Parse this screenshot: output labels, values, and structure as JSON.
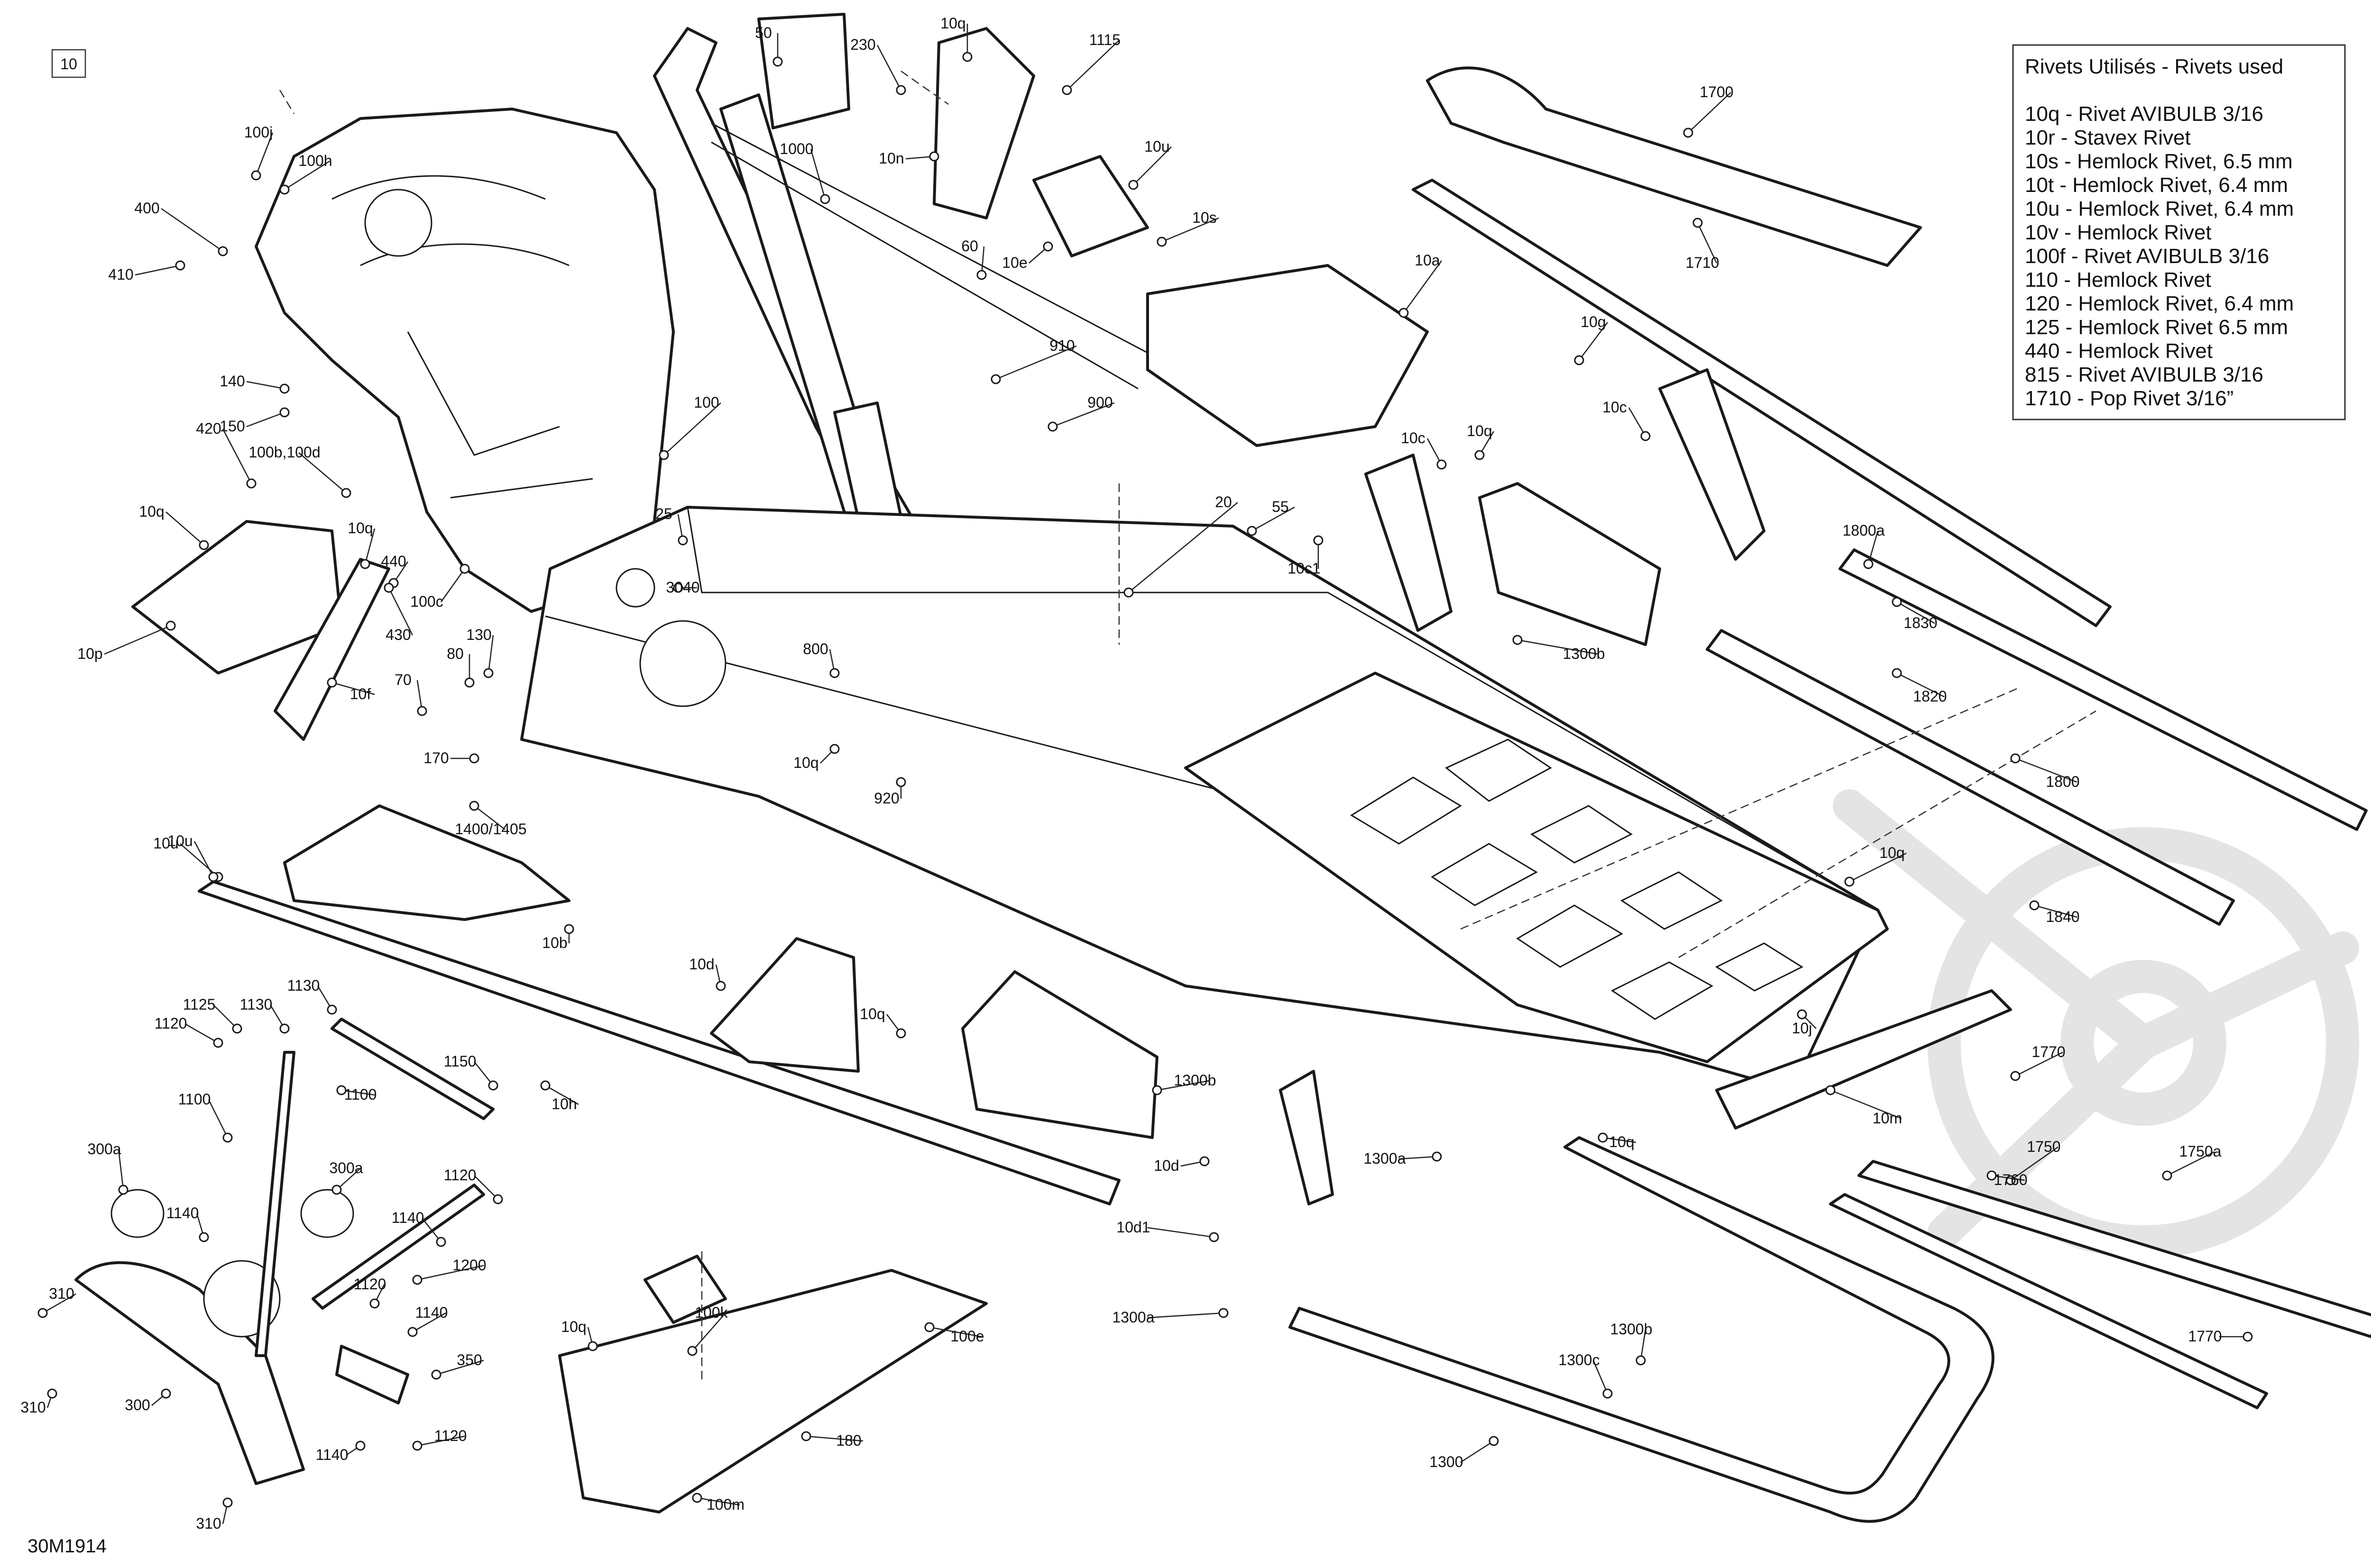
{
  "diagram": {
    "page_number": "10",
    "drawing_code": "30M1914",
    "watermark": "",
    "legend": {
      "title": "Rivets Utilisés - Rivets used",
      "items": [
        "10q - Rivet AVIBULB 3/16",
        "10r - Stavex Rivet",
        "10s - Hemlock Rivet, 6.5 mm",
        "10t - Hemlock Rivet, 6.4 mm",
        "10u - Hemlock Rivet, 6.4 mm",
        "10v - Hemlock Rivet",
        "100f - Rivet AVIBULB 3/16",
        "110 - Hemlock Rivet",
        "120 - Hemlock Rivet, 6.4 mm",
        "125 - Hemlock Rivet 6.5 mm",
        "440 - Hemlock Rivet",
        "815 - Rivet AVIBULB 3/16",
        "1710 - Pop Rivet 3/16”"
      ]
    },
    "labels": [
      "50",
      "10q",
      "1115",
      "230",
      "10n",
      "10u",
      "10s",
      "10e",
      "60",
      "1000",
      "100j",
      "100h",
      "400",
      "410",
      "140",
      "150",
      "420",
      "100b,100d",
      "10q",
      "10q",
      "440",
      "10p",
      "430",
      "10f",
      "100c",
      "100",
      "25",
      "3040",
      "130",
      "70",
      "80",
      "170",
      "1400/1405",
      "10u",
      "910",
      "900",
      "800",
      "10q",
      "920",
      "20",
      "55",
      "10c1",
      "10a",
      "1700",
      "1710",
      "10g",
      "10c",
      "10c",
      "10q",
      "1300b",
      "1800a",
      "1830",
      "1820",
      "1800",
      "1840",
      "10q",
      "10j",
      "10u",
      "10b",
      "10d",
      "10q",
      "1300b",
      "10d",
      "10d1",
      "1300a",
      "10q",
      "10m",
      "1770",
      "1750",
      "1750a",
      "1760",
      "1770",
      "1125",
      "1130",
      "1130",
      "1120",
      "1100",
      "1100",
      "1150",
      "10h",
      "300a",
      "300a",
      "1140",
      "1120",
      "1140",
      "1200",
      "310",
      "300",
      "310",
      "1120",
      "1140",
      "350",
      "1140",
      "1120",
      "310",
      "100k",
      "10q",
      "100e",
      "180",
      "100m",
      "1300a",
      "1300b",
      "1300c",
      "1300"
    ]
  }
}
